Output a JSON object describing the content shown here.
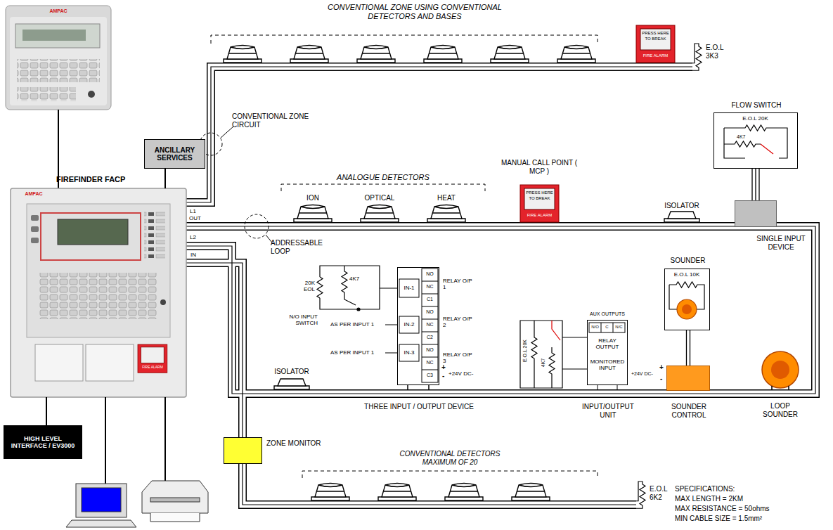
{
  "diagram": {
    "nodes": [
      {
        "text": [
          "FIREFINDER FACP"
        ]
      },
      {
        "text": [
          "ANCILLARY SERVICES"
        ]
      },
      {
        "text": [
          "HIGH LEVEL INTERFACE / EV3000"
        ]
      },
      {
        "text": [
          "ZONE MONITOR"
        ]
      },
      {
        "text": [
          "THREE INPUT / OUTPUT DEVICE"
        ]
      },
      {
        "text": [
          "INPUT/OUTPUT UNIT"
        ]
      },
      {
        "text": [
          "SOUNDER CONTROL"
        ]
      },
      {
        "text": [
          "SINGLE INPUT DEVICE"
        ]
      },
      {
        "text": [
          "FLOW SWITCH",
          "E.O.L 20K",
          "4K7"
        ]
      },
      {
        "text": [
          "SOUNDER",
          "E.O.L 10K"
        ]
      }
    ],
    "edges": [
      {
        "from": 1,
        "to": 0,
        "arrow": "none"
      },
      {
        "from": 0,
        "to": 2,
        "arrow": "none"
      },
      {
        "from": 8,
        "to": 7,
        "arrow": "none"
      },
      {
        "from": 9,
        "to": 6,
        "arrow": "none"
      }
    ],
    "labels": [
      "CONVENTIONAL ZONE USING CONVENTIONAL DETECTORS AND BASES",
      "PRESS HERE",
      "TO BREAK",
      "FIRE ALARM",
      "E.O.L 3K3",
      "CONVENTIONAL ZONE CIRCUIT",
      "ANALOGUE DETECTORS",
      "ION",
      "OPTICAL",
      "HEAT",
      "MANUAL CALL POINT ( MCP )",
      "PRESS HERE",
      "TO BREAK",
      "FIRE ALARM",
      "ISOLATOR",
      "L1",
      "OUT",
      "L2",
      "IN",
      "ADDRESSABLE LOOP",
      "20K EOL",
      "4K7",
      "N/O INPUT SWITCH",
      "AS PER INPUT 1",
      "AS PER INPUT 1",
      "IN-1",
      "IN-2",
      "IN-3",
      "NO",
      "NC",
      "C1",
      "NO",
      "NC",
      "C2",
      "NO",
      "NC",
      "C3",
      "RELAY O/P 1",
      "RELAY O/P 2",
      "RELAY O/P 3",
      "+",
      "-",
      "+24V DC-",
      "E.O.L 20K",
      "4K7",
      "AUX OUTPUTS",
      "N/O",
      "C",
      "N/C",
      "RELAY OUTPUT",
      "MONITORED INPUT",
      "+",
      "-",
      "+24V DC-",
      "LOOP SOUNDER",
      "ISOLATOR",
      "CONVENTIONAL DETECTORS MAXIMUM OF 20",
      "E.O.L 6K2",
      "SPECIFICATIONS:",
      "MAX LENGTH = 2KM",
      "MAX RESISTANCE = 50ohms",
      "MIN CABLE SIZE = 1.5mm²",
      "AMPAC",
      "AMPAC",
      "FIRE ALARM"
    ]
  }
}
